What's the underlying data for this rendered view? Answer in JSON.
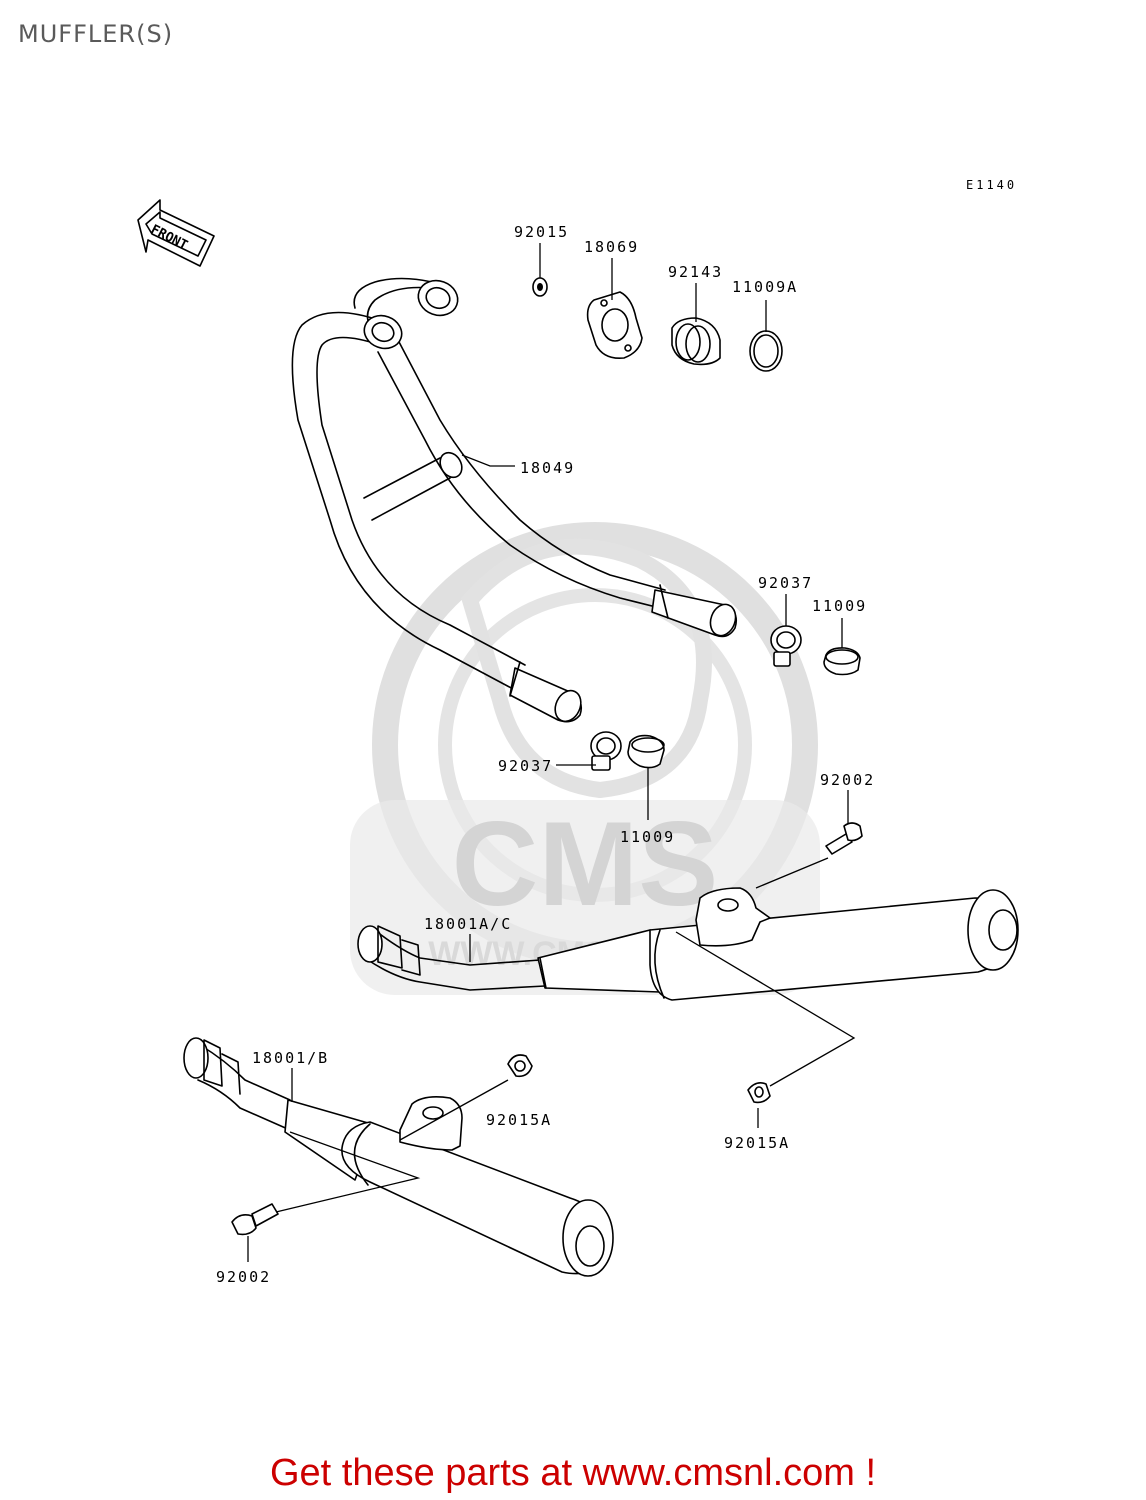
{
  "page": {
    "title": "MUFFLER(S)",
    "diagram_code": "E1140",
    "front_arrow_label": "FRONT"
  },
  "parts": {
    "p92015": "92015",
    "p18069": "18069",
    "p92143": "92143",
    "p11009A": "11009A",
    "p18049": "18049",
    "p92037_right": "92037",
    "p11009_right": "11009",
    "p92037_left": "92037",
    "p11009_left": "11009",
    "p92002_top": "92002",
    "p18001AC": "18001A/C",
    "p18001B": "18001/B",
    "p92015A_left": "92015A",
    "p92015A_right": "92015A",
    "p92002_bottom": "92002"
  },
  "watermark": {
    "brand": "CMS",
    "url": "WWW.CMSNL.COM"
  },
  "footer": {
    "link_text": "Get these parts at www.cmsnl.com !"
  },
  "colors": {
    "footer_red": "#cc0000",
    "title_gray": "#5a5a5a",
    "watermark_gray": "#d4d4d4"
  }
}
